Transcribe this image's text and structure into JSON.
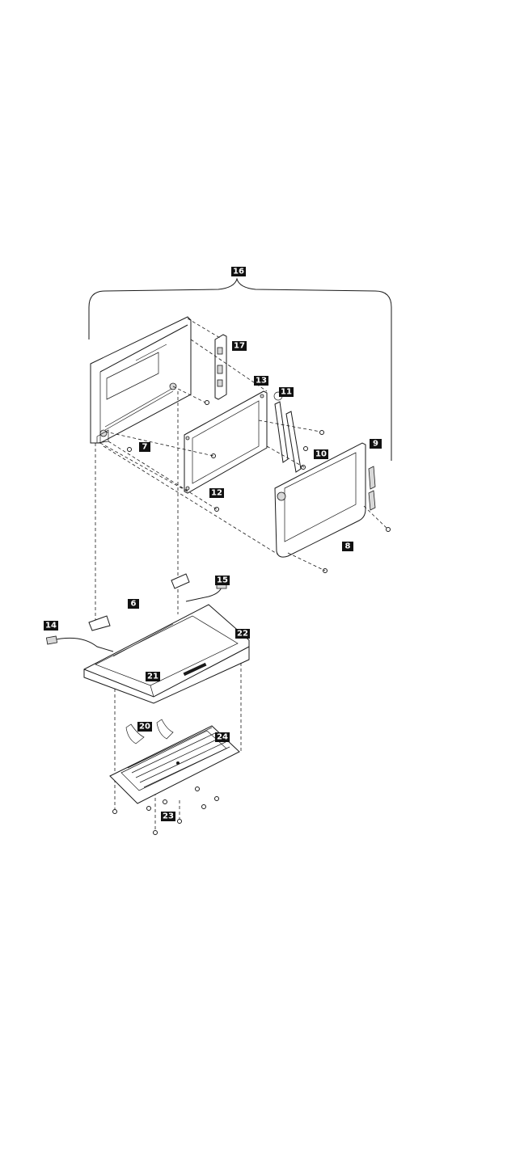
{
  "callouts": {
    "c16": "16",
    "c17": "17",
    "c13": "13",
    "c11": "11",
    "c9": "9",
    "c7": "7",
    "c10": "10",
    "c12": "12",
    "c8": "8",
    "c15": "15",
    "c6": "6",
    "c14": "14",
    "c22": "22",
    "c21": "21",
    "c20": "20",
    "c24": "24",
    "c23": "23"
  },
  "colors": {
    "line": "#1a1a1a",
    "callout_bg": "#111111",
    "callout_text": "#ffffff",
    "background": "#ffffff"
  }
}
